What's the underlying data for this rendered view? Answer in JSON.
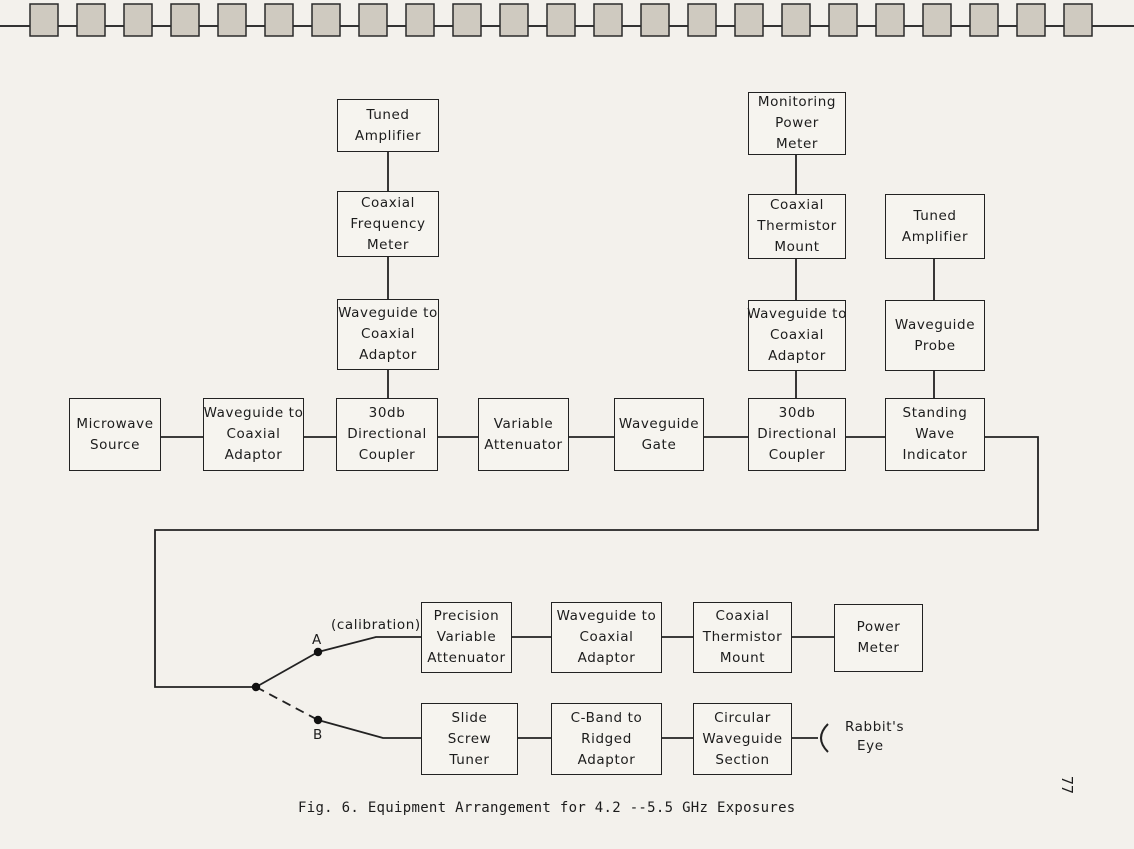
{
  "diagram": {
    "blocks": {
      "tuned_amp_1": [
        "Tuned",
        "Amplifier"
      ],
      "coax_freq_meter": [
        "Coaxial",
        "Frequency",
        "Meter"
      ],
      "wg_coax_adaptor_top1": [
        "Waveguide to",
        "Coaxial",
        "Adaptor"
      ],
      "monitoring_power_meter": [
        "Monitoring",
        "Power",
        "Meter"
      ],
      "coax_thermistor_mount_top": [
        "Coaxial",
        "Thermistor",
        "Mount"
      ],
      "wg_coax_adaptor_top2": [
        "Waveguide to",
        "Coaxial",
        "Adaptor"
      ],
      "tuned_amp_2": [
        "Tuned",
        "Amplifier"
      ],
      "waveguide_probe": [
        "Waveguide",
        "Probe"
      ],
      "microwave_source": [
        "Microwave",
        "Source"
      ],
      "wg_coax_adaptor_main": [
        "Waveguide to",
        "Coaxial",
        "Adaptor"
      ],
      "dir_coupler_1": [
        "30db",
        "Directional",
        "Coupler"
      ],
      "variable_attenuator": [
        "Variable",
        "Attenuator"
      ],
      "waveguide_gate": [
        "Waveguide",
        "Gate"
      ],
      "dir_coupler_2": [
        "30db",
        "Directional",
        "Coupler"
      ],
      "standing_wave_indicator": [
        "Standing",
        "Wave",
        "Indicator"
      ],
      "precision_var_attenuator": [
        "Precision",
        "Variable",
        "Attenuator"
      ],
      "wg_coax_adaptor_cal": [
        "Waveguide to",
        "Coaxial",
        "Adaptor"
      ],
      "coax_thermistor_mount_cal": [
        "Coaxial",
        "Thermistor",
        "Mount"
      ],
      "power_meter": [
        "Power",
        "Meter"
      ],
      "slide_screw_tuner": [
        "Slide",
        "Screw",
        "Tuner"
      ],
      "cband_ridged_adaptor": [
        "C-Band to",
        "Ridged",
        "Adaptor"
      ],
      "circular_wg_section": [
        "Circular",
        "Waveguide",
        "Section"
      ]
    },
    "labels": {
      "calibration": "(calibration)",
      "switch_a": "A",
      "switch_b": "B",
      "rabbits_eye": [
        "Rabbit's",
        "Eye"
      ]
    },
    "caption": "Fig. 6.  Equipment Arrangement for 4.2 --5.5 GHz Exposures",
    "page_number": "77"
  }
}
